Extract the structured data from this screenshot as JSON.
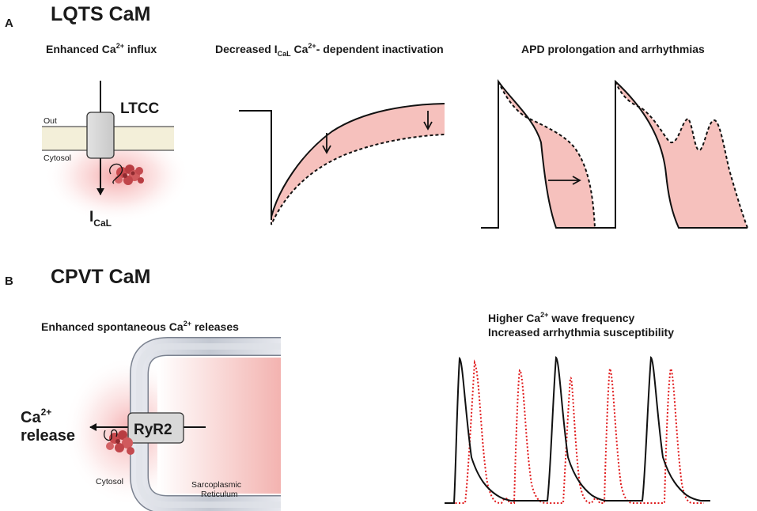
{
  "section_a": {
    "panel_label": "A",
    "title": "LQTS CaM",
    "captions": {
      "influx_main": "Enhanced Ca",
      "influx_sup": "2+",
      "influx_tail": " influx",
      "inactivation_main": "Decreased I",
      "inactivation_sub": "CaL",
      "inactivation_mid": " Ca",
      "inactivation_sup": "2+",
      "inactivation_tail": "- dependent inactivation",
      "apd": "APD prolongation and arrhythmias"
    },
    "channel_diagram": {
      "channel_label": "LTCC",
      "out_label": "Out",
      "cytosol_label": "Cytosol",
      "current_main": "I",
      "current_sub": "CaL"
    }
  },
  "section_b": {
    "panel_label": "B",
    "title": "CPVT CaM",
    "captions": {
      "release_main": "Enhanced spontaneous Ca",
      "release_sup": "2+",
      "release_tail": " releases",
      "wave_line1_main": "Higher Ca",
      "wave_line1_sup": "2+",
      "wave_line1_tail": " wave frequency",
      "wave_line2": "Increased arrhythmia susceptibility"
    },
    "receptor_diagram": {
      "receptor_label": "RyR2",
      "release_main": "Ca",
      "release_sup": "2+",
      "release_word": "release",
      "cytosol_label": "Cytosol",
      "sr_line1": "Sarcoplasmic",
      "sr_line2": "Reticulum"
    }
  },
  "colors": {
    "shade": "#f6c1bd",
    "channel_fill": "#d6d6d6",
    "membrane": "#f3efd9",
    "sr_membrane": "#d2d6de",
    "protein": "#c8494d",
    "mutant_trace": "#e0191b",
    "trace": "#111111"
  },
  "icons": [
    "arrow-down-icon",
    "arrow-right-icon",
    "arrow-left-icon",
    "calmodulin-protein-icon"
  ]
}
